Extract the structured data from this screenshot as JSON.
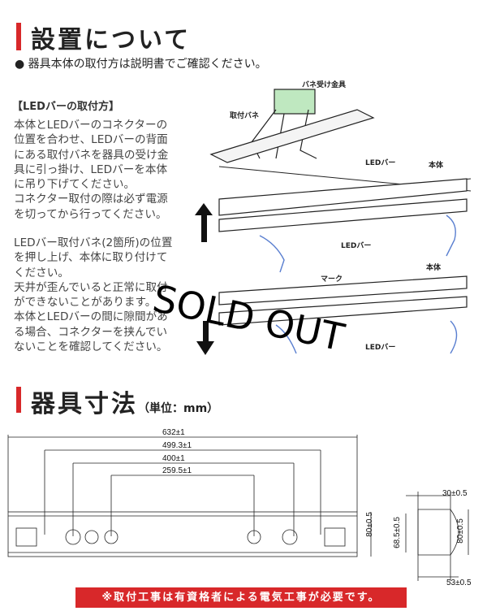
{
  "section1": {
    "title": "設置について",
    "bullet": "●",
    "note": "器具本体の取付方は説明書でご確認ください。",
    "subheading": "【LEDバーの取付方】",
    "para1": "本体とLEDバーのコネクターの\n位置を合わせ、LEDバーの背面\nにある取付バネを器具の受け金\n具に引っ掛け、LEDバーを本体\nに吊り下げてください。\nコネクター取付の際は必ず電源\nを切ってから行ってください。",
    "para2": "LEDバー取付バネ(2箇所)の位置\nを押し上げ、本体に取り付けて\nください。\n天井が歪んでいると正常に取付\nができないことがあります。\n本体とLEDバーの間に隙間があ\nる場合、コネクターを挟んでい\nないことを確認してください。",
    "labels": {
      "spring_bracket": "バネ受け金具",
      "spring": "取付バネ",
      "led_bar_1": "LEDバー",
      "body_1": "本体",
      "led_bar_2": "LEDバー",
      "mark": "マーク",
      "body_2": "本体",
      "led_bar_3": "LEDバー"
    }
  },
  "overlay": {
    "sold_out": "SOLD OUT"
  },
  "section2": {
    "title": "器具寸法",
    "unit": "（単位：mm）",
    "dims": {
      "total": "632±1",
      "d1": "499.3±1",
      "d2": "400±1",
      "d3": "259.5±1",
      "height": "80±0.5",
      "side_top": "30±0.5",
      "side_inner": "68.5±0.5",
      "side_height": "80±0.5",
      "side_depth": "53±0.5"
    }
  },
  "banner": {
    "text": "※取付工事は有資格者による電気工事が必要です。",
    "color": "#d8282a"
  }
}
